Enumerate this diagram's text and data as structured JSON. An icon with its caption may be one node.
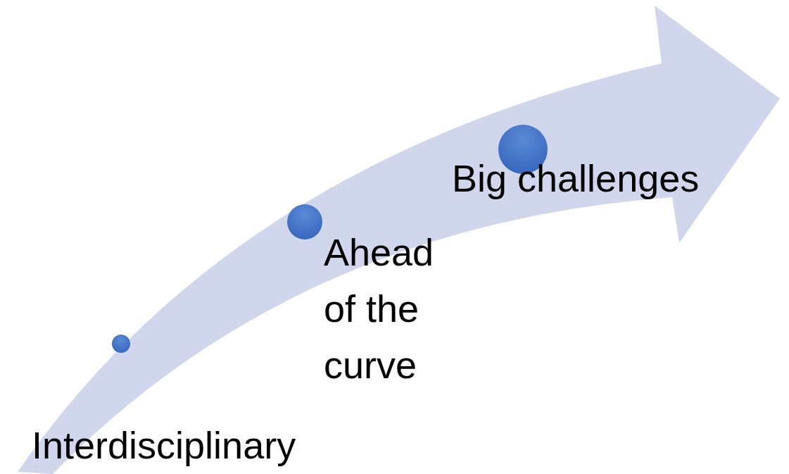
{
  "diagram": {
    "nodes": [
      {
        "text": [],
        "shape": "circle",
        "beside": [
          "Interdisciplinary"
        ]
      },
      {
        "text": [],
        "shape": "circle",
        "beside": [
          "Ahead of the curve"
        ]
      },
      {
        "text": [],
        "shape": "circle",
        "beside": [
          "Big challenges"
        ]
      }
    ]
  }
}
